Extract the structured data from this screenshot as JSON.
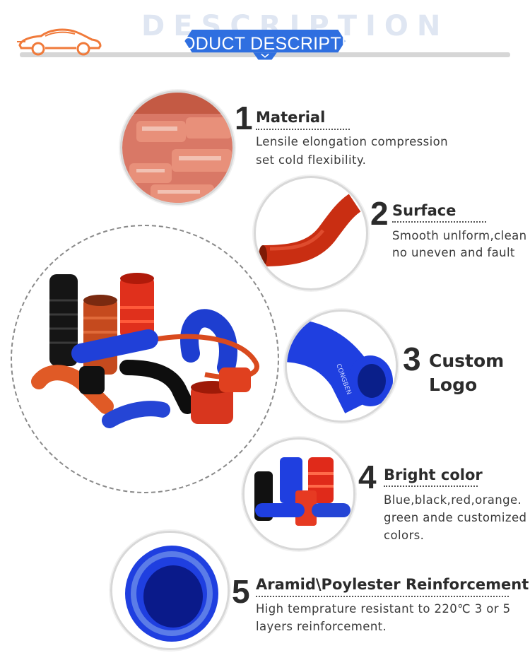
{
  "header": {
    "watermark": "DESCRIPTION",
    "title": "PRODUCT DESCRIPTION",
    "car_logo_icon": "car-outline-icon",
    "chevron_icon": "chevron-down-icon"
  },
  "colors": {
    "banner_blue": "#2f6fe0",
    "car_orange": "#f07a3a",
    "divider_gray": "#d6d6d6"
  },
  "features": [
    {
      "number": "1",
      "title": "Material",
      "desc_line1": "Lensile elongation compression",
      "desc_line2": "set cold flexibility."
    },
    {
      "number": "2",
      "title": "Surface",
      "desc_line1": "Smooth unlform,clean",
      "desc_line2": "no uneven and fault"
    },
    {
      "number": "3",
      "title_line1": "Custom",
      "title_line2": "Logo",
      "brand_on_hose": "CONGBEN"
    },
    {
      "number": "4",
      "title": "Bright color",
      "desc_line1": "Blue,black,red,orange.",
      "desc_line2": "green ande customized",
      "desc_line3": "colors."
    },
    {
      "number": "5",
      "title": "Aramid\\Poylester Reinforcement",
      "desc_line1": "High temprature resistant to 220℃ 3 or 5",
      "desc_line2": "layers reinforcement."
    }
  ]
}
